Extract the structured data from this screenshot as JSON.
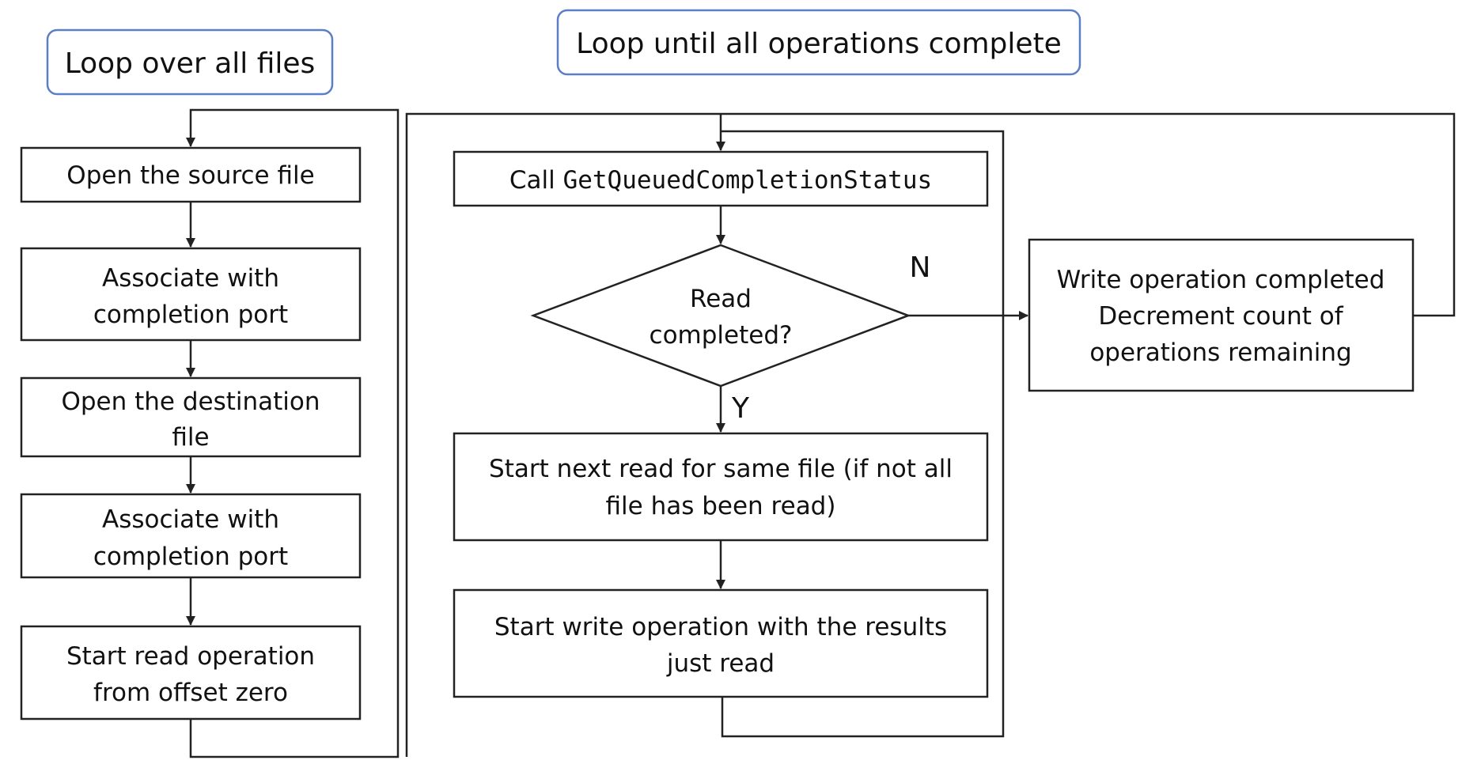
{
  "headers": {
    "outer_loop": "Loop over all files",
    "inner_loop": "Loop until all operations complete"
  },
  "left_steps": {
    "step1": "Open the source file",
    "step2_line1": "Associate with",
    "step2_line2": "completion port",
    "step3_line1": "Open the destination",
    "step3_line2": "file",
    "step4_line1": "Associate with",
    "step4_line2": "completion port",
    "step5_line1": "Start read operation",
    "step5_line2": "from offset zero"
  },
  "center_steps": {
    "call_prefix": "Call ",
    "call_function": "GetQueuedCompletionStatus",
    "decision_line1": "Read",
    "decision_line2": "completed?",
    "next_read_line1": "Start next read for same file (if not all",
    "next_read_line2": "file has been read)",
    "write_line1": "Start write operation with the results",
    "write_line2": "just read"
  },
  "right_step": {
    "line1": "Write operation completed",
    "line2": "Decrement count of",
    "line3": "operations remaining"
  },
  "branch_labels": {
    "no": "N",
    "yes": "Y"
  }
}
